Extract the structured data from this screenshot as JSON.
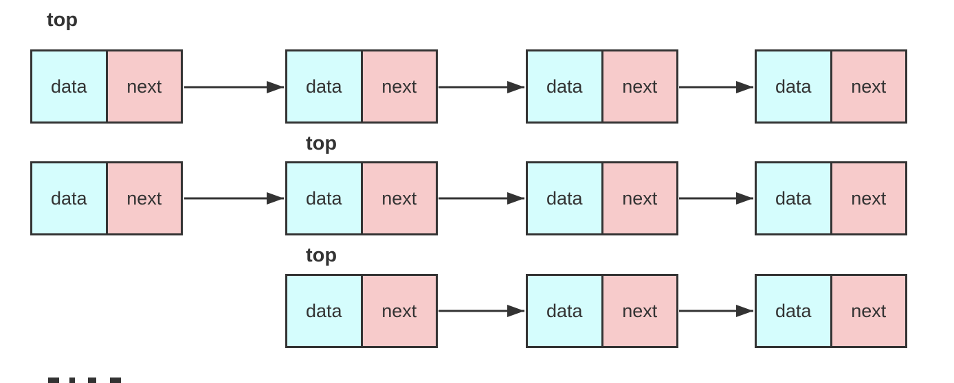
{
  "colors": {
    "data_fill": "#d5fdfd",
    "next_fill": "#f7cbcb",
    "stroke": "#333333"
  },
  "rows": [
    {
      "top_label": "top",
      "nodes": [
        {
          "data": "data",
          "next": "next"
        },
        {
          "data": "data",
          "next": "next"
        },
        {
          "data": "data",
          "next": "next"
        },
        {
          "data": "data",
          "next": "next"
        }
      ]
    },
    {
      "top_label": "top",
      "nodes": [
        {
          "data": "data",
          "next": "next"
        },
        {
          "data": "data",
          "next": "next"
        },
        {
          "data": "data",
          "next": "next"
        },
        {
          "data": "data",
          "next": "next"
        }
      ]
    },
    {
      "top_label": "top",
      "nodes": [
        {
          "data": "data",
          "next": "next"
        },
        {
          "data": "data",
          "next": "next"
        },
        {
          "data": "data",
          "next": "next"
        }
      ]
    }
  ]
}
